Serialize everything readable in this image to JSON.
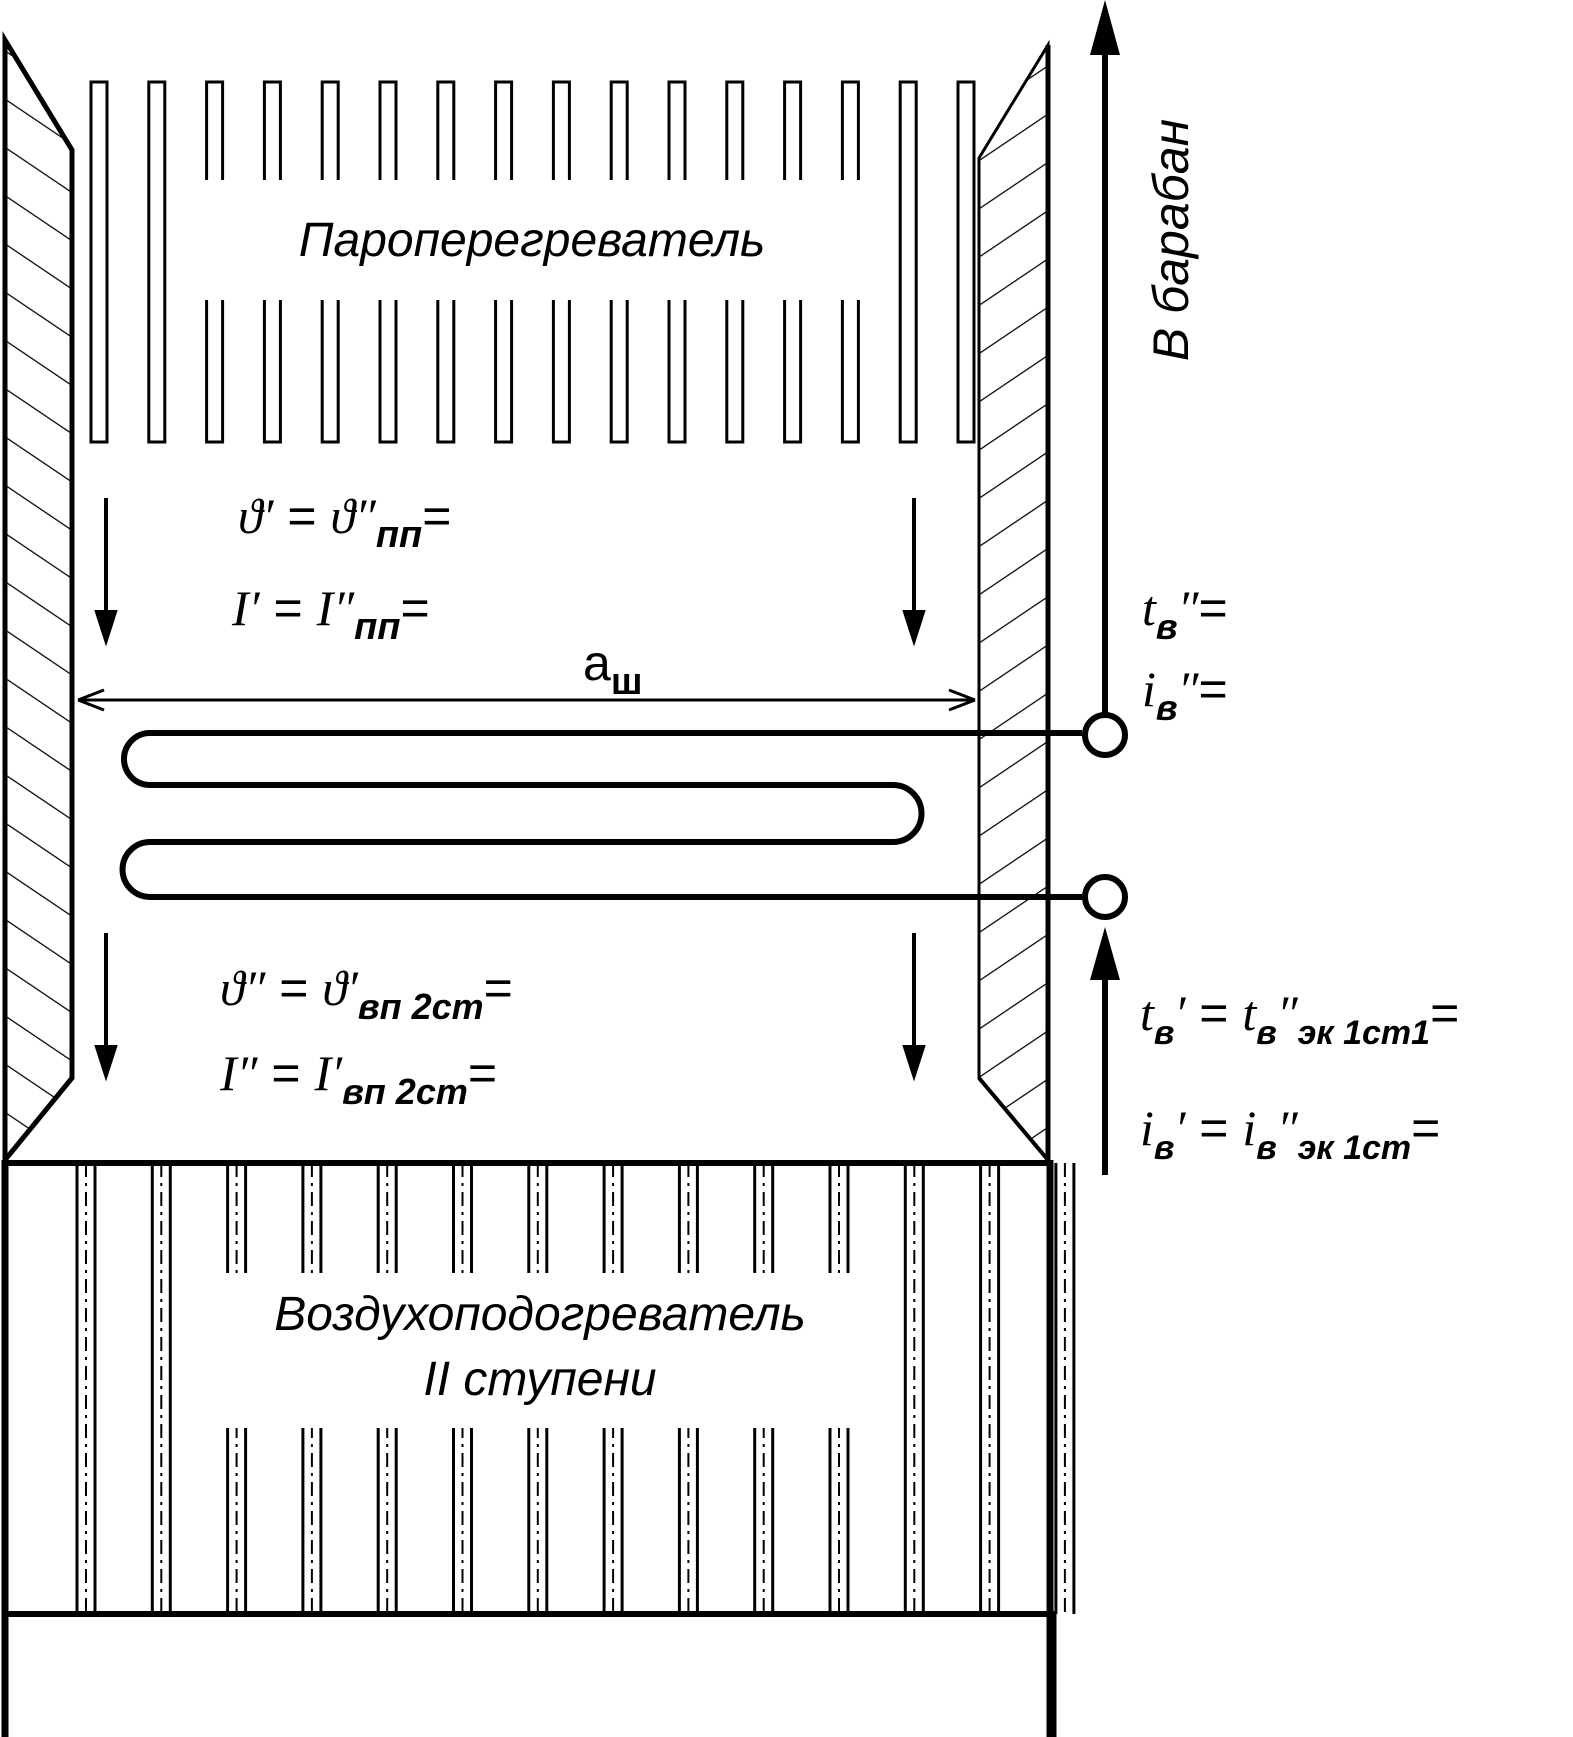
{
  "labels": {
    "superheater": "Пароперегреватель",
    "air_heater_line1": "Воздухоподогреватель",
    "air_heater_line2": "II ступени",
    "to_drum": "В барабан",
    "width": "a",
    "width_sub": "ш"
  },
  "formulas": {
    "theta_in": {
      "lhs": "ϑ′",
      "eq": " = ",
      "rhs": "ϑ″",
      "sub": "пп",
      "tail": "="
    },
    "i_in": {
      "lhs": "I′",
      "eq": " = ",
      "rhs": "I″",
      "sub": "пп",
      "tail": "="
    },
    "theta_out": {
      "lhs": "ϑ″",
      "eq": " = ",
      "rhs": "ϑ′",
      "sub": "вп 2ст",
      "tail": "="
    },
    "i_out": {
      "lhs": "I″",
      "eq": " = ",
      "rhs": "I′",
      "sub": "вп 2ст",
      "tail": "="
    },
    "t_water_out": {
      "lhs": "t",
      "sub": "в",
      "prime": "″",
      "tail": "="
    },
    "i_water_out": {
      "lhs": "i",
      "sub": "в",
      "prime": "″",
      "tail": "="
    },
    "t_water_in": {
      "lhs": "t",
      "sub": "в",
      "prime": "′",
      "eq": " = ",
      "rhs": "t",
      "rsub": "в",
      "rprime": "″",
      "rsub2": "эк 1ст1",
      "tail": "="
    },
    "i_water_in": {
      "lhs": "i",
      "sub": "в",
      "prime": "′",
      "eq": " = ",
      "rhs": "i",
      "rsub": "в",
      "rprime": "″",
      "rsub2": "эк 1ст",
      "tail": "="
    }
  }
}
